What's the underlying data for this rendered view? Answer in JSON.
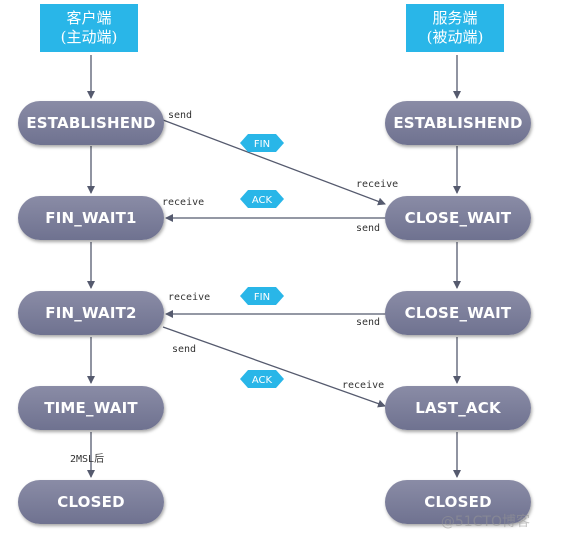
{
  "headers": {
    "client": {
      "line1": "客户端",
      "line2": "(主动端)"
    },
    "server": {
      "line1": "服务端",
      "line2": "(被动端)"
    }
  },
  "client_states": [
    "ESTABLISHEND",
    "FIN_WAIT1",
    "FIN_WAIT2",
    "TIME_WAIT",
    "CLOSED"
  ],
  "server_states": [
    "ESTABLISHEND",
    "CLOSE_WAIT",
    "CLOSE_WAIT",
    "LAST_ACK",
    "CLOSED"
  ],
  "messages": [
    {
      "flag": "FIN",
      "from_label": "send",
      "to_label": "receive"
    },
    {
      "flag": "ACK",
      "from_label": "send",
      "to_label": "receive"
    },
    {
      "flag": "FIN",
      "from_label": "send",
      "to_label": "receive"
    },
    {
      "flag": "ACK",
      "from_label": "send",
      "to_label": "receive"
    }
  ],
  "timeout_label": "2MSL后",
  "watermark": "@51CTO博客",
  "colors": {
    "header": "#29b6e8",
    "state": "#7c7e9a",
    "badge": "#29b6e8",
    "line": "#555a6e"
  }
}
